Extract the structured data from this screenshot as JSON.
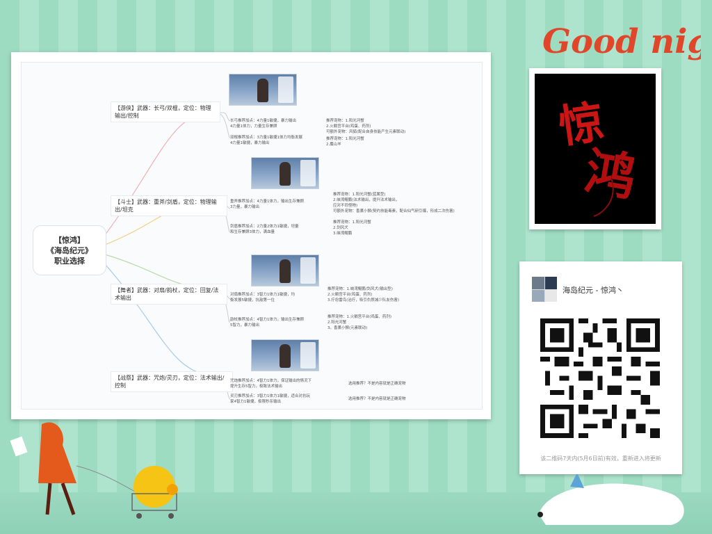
{
  "mindmap": {
    "root": {
      "line1": "【惊鸿】",
      "line2": "《海岛纪元》",
      "line3": "职业选择"
    },
    "classes": [
      {
        "label": "【游侠】武器：长弓/双棍，定位：物理\n输出/控制",
        "subs": [
          {
            "text": "长弓推荐加点：4力量1敏捷，暴力输出\n4力量1体力，力量生存兼顾",
            "rec": "推荐宠物：1.阳光河蟹\n2.火躺宫平台(鸡蛋、药剂)\n可额外宠物：风狐(配合自身技能产生元素联动)"
          },
          {
            "text": "双棍推荐加点：3力量1敏捷1体力均衡发展\n4力量1敏捷，暴力输出",
            "rec": "推荐宠物：1.阳光河蟹\n2.麋山羊"
          }
        ]
      },
      {
        "label": "【斗士】武器：重斧/剑盾，定位：物理输出/坦克",
        "subs": [
          {
            "text": "重斧推荐加点：4力量1体力，输出生存兼顾\n3力量，暴力输出",
            "rec": "推荐宠物：1.阳光河蟹(蓝属型)\n2.峡湾鲲鹏(法术输出，提升法术输出，\n应对不同怪物)\n可额外宠物：香薰小猴(契约技能毒素，配合仙气研引爆，形成二次伤害)"
          },
          {
            "text": "剑盾推荐加点：2力量2体力1敏捷，坦量\n和生存兼顾3体力，满血量",
            "rec": "推荐宠物：1.阳光河蟹\n2.剑风犬\n3.峡湾鲲鹏"
          }
        ]
      },
      {
        "label": "【舞者】武器：对扇/韵杖，定位：回复/法术输出",
        "subs": [
          {
            "text": "对扇推荐加点：3智力1体力1敏捷，均\n衡发展5敏捷，抗敌第一位",
            "rec": "推荐宠物：1.峡湾鲲鹏/剑风犬(输出型)\n2.火躺宫平台(鸡蛋、药剂)\n3.疗愈雷鸟(治疗，吸引仇恨减少队友伤害)"
          },
          {
            "text": "韵杖推荐加点：4智力1体力，输出生存兼顾\n5智力，暴力输出",
            "rec": "推荐宠物：1.火躺宫平台(鸡蛋、药剂)\n2.阳光河蟹\n3。香薰小猴(元素联动)"
          }
        ]
      },
      {
        "label": "【战祭】武器：咒炮/灵刃，定位：法术输出/控制",
        "subs": [
          {
            "text": "咒炮推荐加点：4智力1体力，保证输出的情况下\n提升生存5智力，极致法术输出",
            "rec": "选用推荐？不是内容就是正确宠物"
          },
          {
            "text": "灵刃推荐加点：3智力1体力1敏捷，适合对抗玩\n家4智力1敏捷，极限秒杀输出",
            "rec": "选用推荐？不是内容就是正确宠物"
          }
        ]
      }
    ]
  },
  "goodnight": {
    "text": "Good night",
    "color": "#e0472a"
  },
  "logo": {
    "text_line1": "惊",
    "text_line2": "鸿",
    "color": "#cc1515"
  },
  "qr": {
    "title": "海岛纪元 - 惊鸿丶",
    "note": "该二维码7天内(5月6日前)有效，重新进入将更新"
  }
}
